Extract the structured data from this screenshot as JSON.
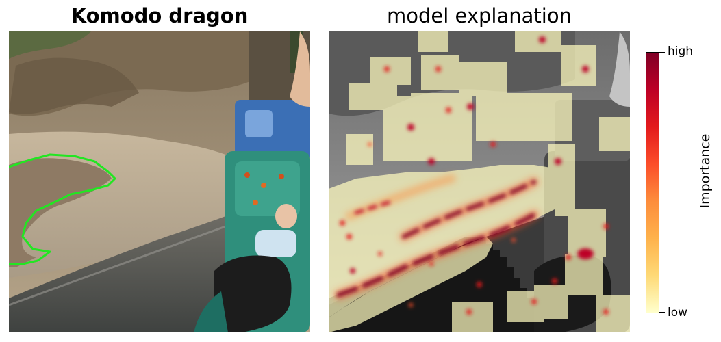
{
  "left_panel": {
    "title": "Komodo dragon"
  },
  "right_panel": {
    "title": "model explanation"
  },
  "colorbar": {
    "label": "Importance",
    "high_label": "high",
    "low_label": "low",
    "colormap": [
      "#ffffcc",
      "#fed976",
      "#feb24c",
      "#fd8d3c",
      "#fc4e2a",
      "#e31a1c",
      "#bd0026",
      "#800026"
    ]
  },
  "colors": {
    "segmentation_outline": "#22e622",
    "overlay_tint": "#fffbbf"
  }
}
